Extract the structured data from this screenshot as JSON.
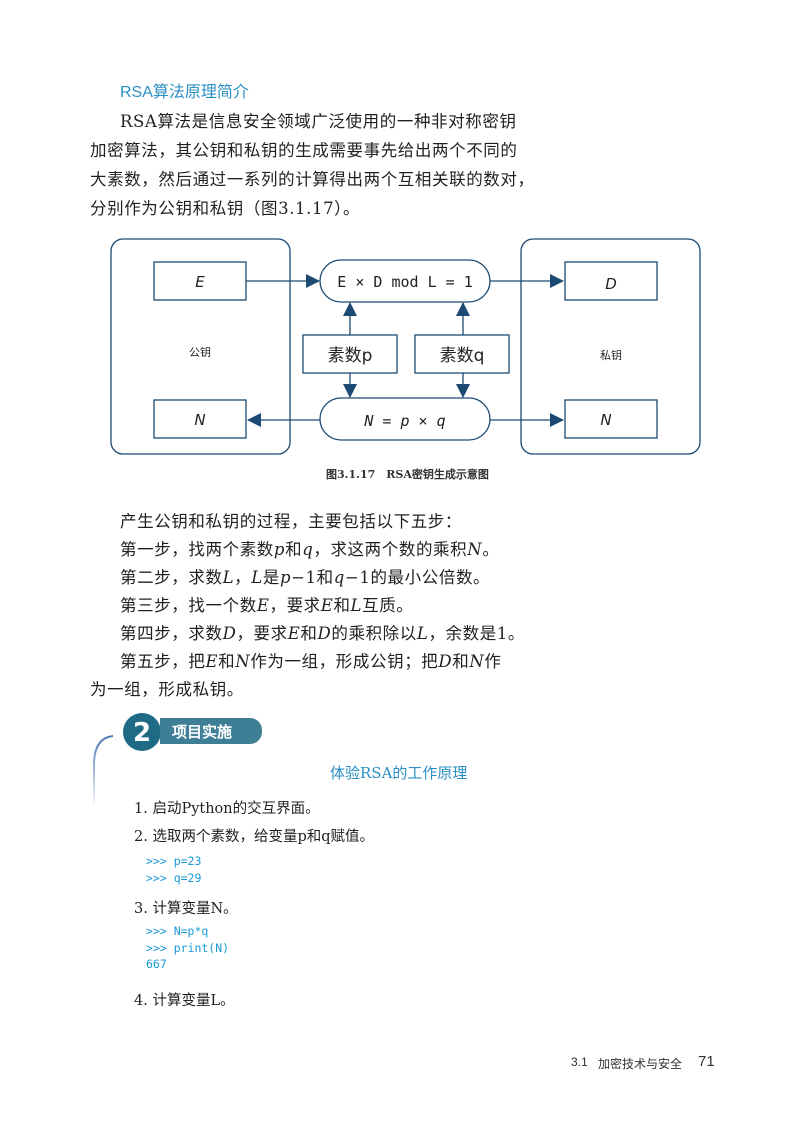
{
  "heading": "RSA算法原理简介",
  "intro": [
    "RSA算法是信息安全领域广泛使用的一种非对称密钥",
    "加密算法，其公钥和私钥的生成需要事先给出两个不同的",
    "大素数，然后通过一系列的计算得出两个互相关联的数对，",
    "分别作为公钥和私钥（图3.1.17）。"
  ],
  "diagram": {
    "public_label": "公钥",
    "private_label": "私钥",
    "E": "E",
    "N": "N",
    "D": "D",
    "formula1": "E × D mod L = 1",
    "formula2": "N = p × q",
    "prime_p": "素数p",
    "prime_q": "素数q",
    "caption": "图3.1.17　RSA密钥生成示意图",
    "color": "#1d4a73"
  },
  "steps": {
    "intro": "产生公钥和私钥的过程，主要包括以下五步：",
    "s1": [
      "第一步，找两个素数",
      "p",
      "和",
      "q",
      "，求这两个数的乘积",
      "N",
      "。"
    ],
    "s2": [
      "第二步，求数",
      "L",
      "，",
      "L",
      "是",
      "p",
      "−1和",
      "q",
      "−1的最小公倍数。"
    ],
    "s3": [
      "第三步，找一个数",
      "E",
      "，要求",
      "E",
      "和",
      "L",
      "互质。"
    ],
    "s4": [
      "第四步，求数",
      "D",
      "，要求",
      "E",
      "和",
      "D",
      "的乘积除以",
      "L",
      "，余数是1。"
    ],
    "s5": [
      "第五步，把",
      "E",
      "和",
      "N",
      "作为一组，形成公钥；把",
      "D",
      "和",
      "N",
      "作"
    ],
    "s5b": "为一组，形成私钥。"
  },
  "section": {
    "number": "2",
    "title": "项目实施",
    "subtitle": "体验RSA的工作原理"
  },
  "items": [
    "1. 启动Python的交互界面。",
    "2. 选取两个素数，给变量p和q赋值。",
    "3. 计算变量N。",
    "4. 计算变量L。"
  ],
  "code1": [
    ">>> p=23",
    ">>> q=29"
  ],
  "code2": [
    ">>> N=p*q",
    ">>> print(N)",
    "667"
  ],
  "footer": {
    "section": "3.1",
    "title": "加密技术与安全",
    "page": "71"
  }
}
